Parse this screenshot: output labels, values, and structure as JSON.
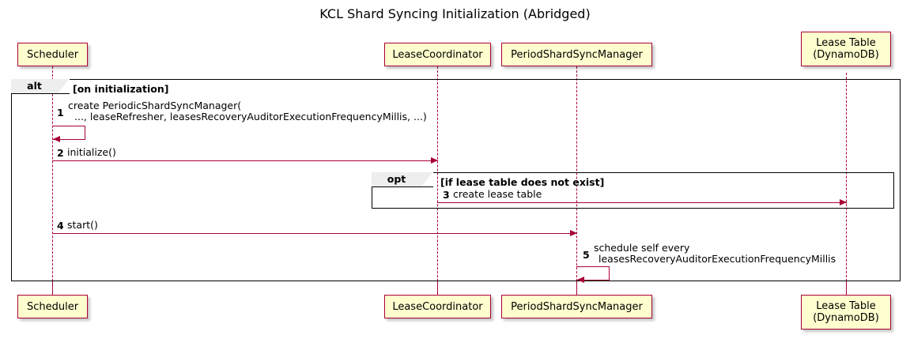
{
  "diagram": {
    "title": "KCL Shard Syncing Initialization (Abridged)",
    "type": "sequence",
    "accent_color": "#A80036",
    "participant_fill": "#FEFECE",
    "frame_label_fill": "#EEEEEE"
  },
  "participants": [
    {
      "id": "scheduler",
      "label": "Scheduler",
      "line1": "Scheduler",
      "line2": ""
    },
    {
      "id": "lease-coordinator",
      "label": "LeaseCoordinator",
      "line1": "LeaseCoordinator",
      "line2": ""
    },
    {
      "id": "period-shard-sync-manager",
      "label": "PeriodShardSyncManager",
      "line1": "PeriodShardSyncManager",
      "line2": ""
    },
    {
      "id": "lease-table",
      "label": "Lease Table (DynamoDB)",
      "line1": "Lease Table",
      "line2": "(DynamoDB)"
    }
  ],
  "fragments": [
    {
      "id": "alt-on-initialization",
      "kind": "alt",
      "guard": "[on initialization]"
    },
    {
      "id": "opt-lease-table-missing",
      "kind": "opt",
      "guard": "[if lease table does not exist]"
    }
  ],
  "messages": [
    {
      "number": "1",
      "from": "scheduler",
      "to": "scheduler",
      "self": true,
      "text_line1": "create PeriodicShardSyncManager(",
      "text_line2": "..., leaseRefresher, leasesRecoveryAuditorExecutionFrequencyMillis, ...)"
    },
    {
      "number": "2",
      "from": "scheduler",
      "to": "lease-coordinator",
      "self": false,
      "text_line1": "initialize()",
      "text_line2": ""
    },
    {
      "number": "3",
      "from": "lease-coordinator",
      "to": "lease-table",
      "self": false,
      "text_line1": "create lease table",
      "text_line2": ""
    },
    {
      "number": "4",
      "from": "scheduler",
      "to": "period-shard-sync-manager",
      "self": false,
      "text_line1": "start()",
      "text_line2": ""
    },
    {
      "number": "5",
      "from": "period-shard-sync-manager",
      "to": "period-shard-sync-manager",
      "self": true,
      "text_line1": "schedule self every",
      "text_line2": "leasesRecoveryAuditorExecutionFrequencyMillis"
    }
  ]
}
